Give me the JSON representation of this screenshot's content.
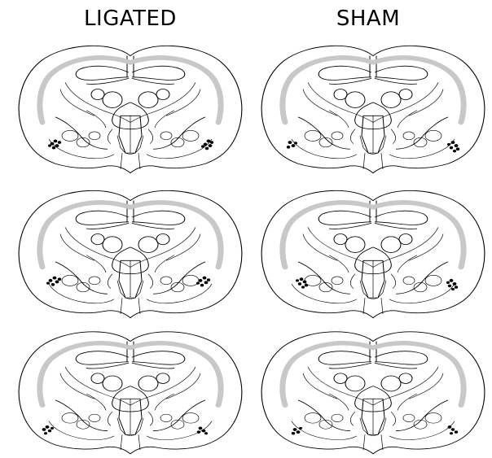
{
  "columns": [
    {
      "key": "ligated",
      "title": "LIGATED"
    },
    {
      "key": "sham",
      "title": "SHAM"
    }
  ],
  "rows": 3,
  "marker_color": "#000000",
  "white_matter_color": "#c8c8c8"
}
